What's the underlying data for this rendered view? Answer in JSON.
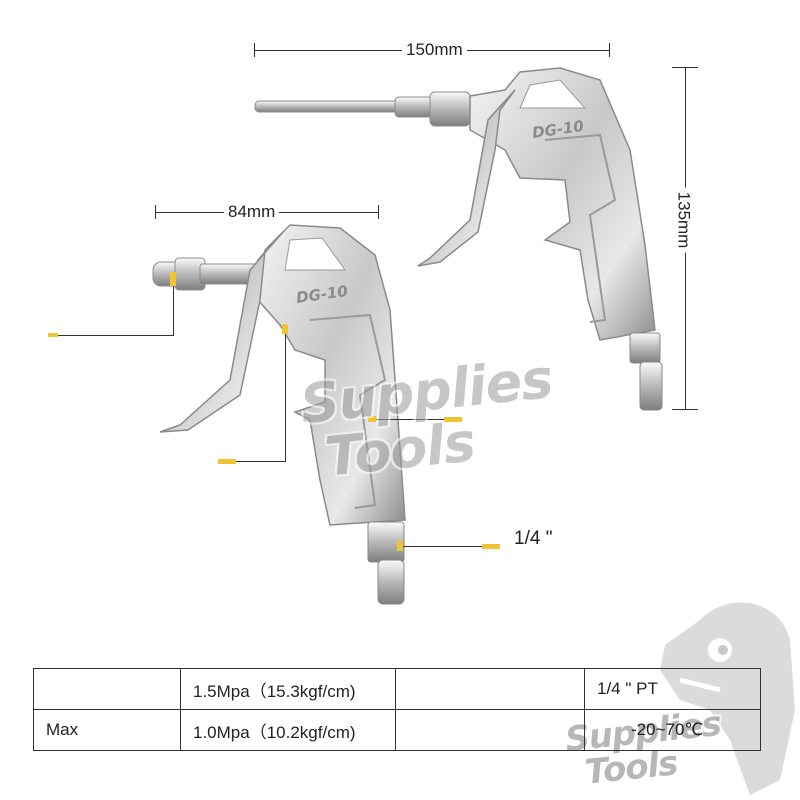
{
  "dimensions": {
    "large_gun_length": "150mm",
    "large_gun_height": "135mm",
    "small_gun_length": "84mm",
    "inlet_thread": "1/4 \""
  },
  "gun_labels": {
    "large": "DG-10",
    "small": "DG-10"
  },
  "watermark": {
    "line1": "Supplies",
    "line2": "Tools"
  },
  "spec_table": {
    "rows": [
      [
        "",
        "1.5Mpa（15.3kgf/cm)",
        "",
        "1/4 \" PT"
      ],
      [
        "Max",
        "1.0Mpa（10.2kgf/cm)",
        "",
        "-20~70℃"
      ]
    ]
  },
  "colors": {
    "metal": "#c9c9c9",
    "metal_dark": "#8a8a8a",
    "leader_marker": "#f1c232",
    "watermark": "#9a9a9a"
  }
}
